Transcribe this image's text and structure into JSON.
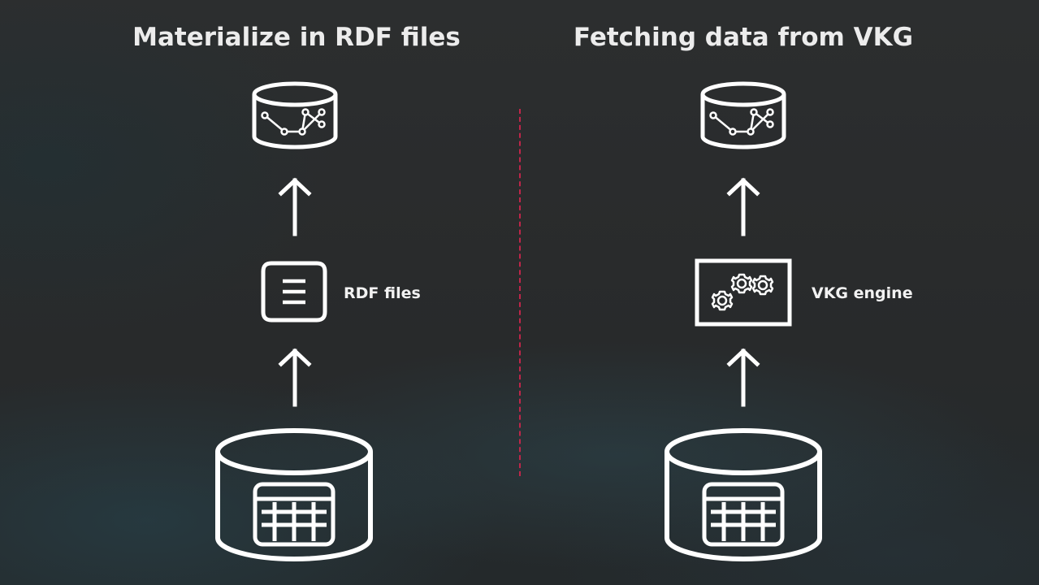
{
  "left_panel": {
    "title": "Materialize in RDF files",
    "middle_label": "RDF files"
  },
  "right_panel": {
    "title": "Fetching data from VKG",
    "middle_label": "VKG engine"
  },
  "colors": {
    "background": "#2a2c2d",
    "foreground": "#ffffff",
    "divider": "#c0264a"
  },
  "icons": {
    "top": "graph-database-icon",
    "middle_left": "document-icon",
    "middle_right": "gears-window-icon",
    "bottom": "table-database-icon",
    "arrow": "arrow-up-icon"
  }
}
